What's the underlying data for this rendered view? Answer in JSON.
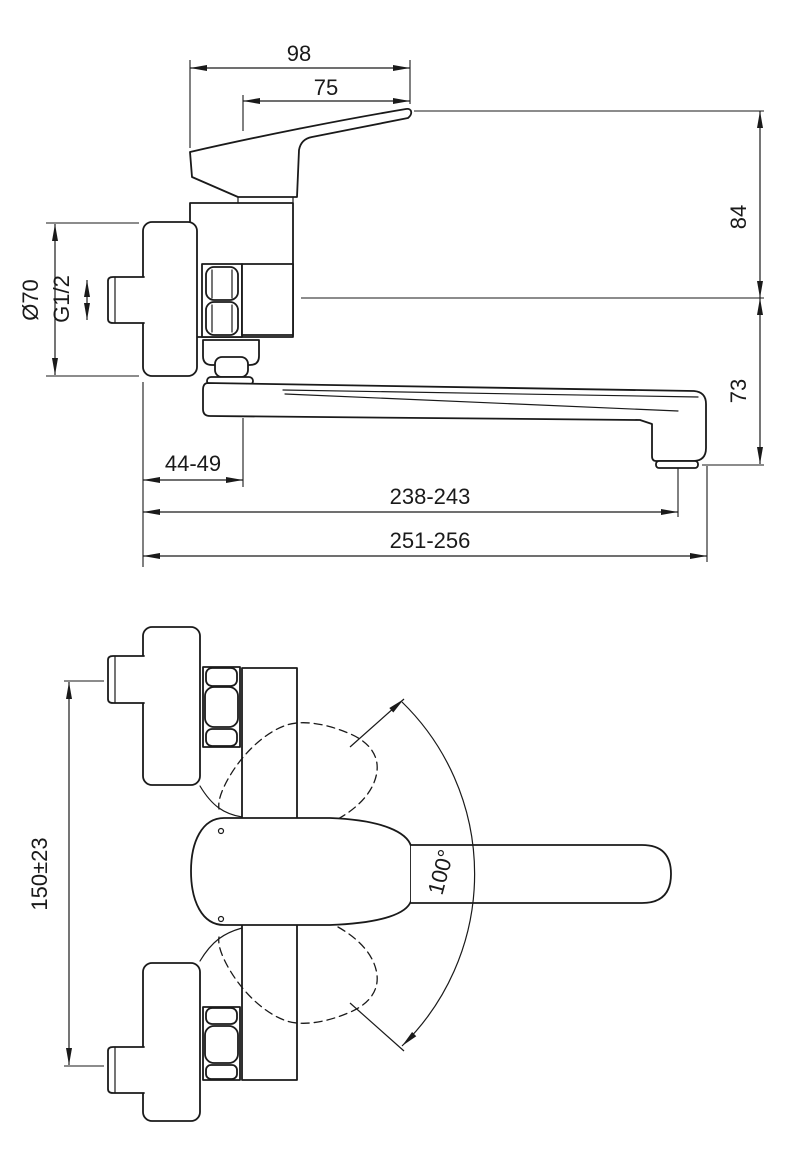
{
  "page": {
    "background": "#ffffff",
    "line_color": "#1a1a1a",
    "type": "technical-dimension-drawing",
    "subject": "wall-mounted-single-lever-faucet"
  },
  "side_view": {
    "dimensions": {
      "lever_total": "98",
      "lever_front": "75",
      "top_to_axis": "84",
      "axis_to_spout": "73",
      "flange_diameter": "Ø70",
      "thread_size": "G1/2",
      "wall_to_swivel": "44-49",
      "wall_to_aerator": "238-243",
      "wall_to_spout_end": "251-256"
    }
  },
  "plan_view": {
    "dimensions": {
      "inlet_spacing": "150±23",
      "swivel_angle": "100°"
    }
  }
}
